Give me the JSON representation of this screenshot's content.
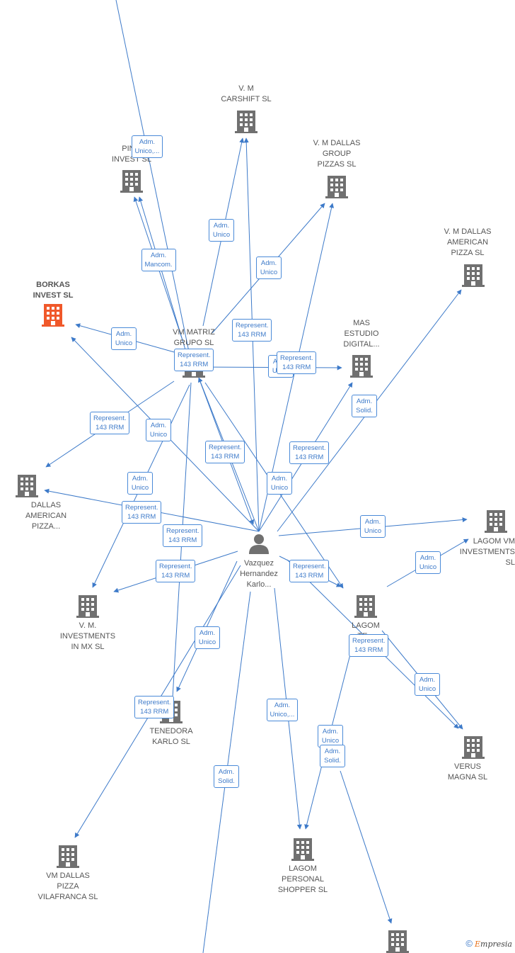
{
  "colors": {
    "edge": "#3d7ac9",
    "building": "#707070",
    "focus": "#f0582a",
    "person": "#707070"
  },
  "nodes": [
    {
      "id": "borkas",
      "kind": "company",
      "focus": true,
      "lines": [
        "BORKAS",
        "INVEST  SL"
      ]
    },
    {
      "id": "pin",
      "kind": "company",
      "lines": [
        "PIN...",
        "INVEST  SL"
      ]
    },
    {
      "id": "vmcarshift",
      "kind": "company",
      "lines": [
        "V. M",
        "CARSHIFT  SL"
      ]
    },
    {
      "id": "vmdallasgroup",
      "kind": "company",
      "lines": [
        "V. M DALLAS",
        "GROUP",
        "PIZZAS  SL"
      ]
    },
    {
      "id": "vmdallasamerican",
      "kind": "company",
      "lines": [
        "V. M DALLAS",
        "AMERICAN",
        "PIZZA  SL"
      ]
    },
    {
      "id": "vmmatriz",
      "kind": "company",
      "lines": [
        "VM MATRIZ",
        "GRUPO  SL"
      ]
    },
    {
      "id": "masestudio",
      "kind": "company",
      "lines": [
        "MAS",
        "ESTUDIO",
        "DIGITAL..."
      ]
    },
    {
      "id": "dallasamerican",
      "kind": "company",
      "lines": [
        "DALLAS",
        "AMERICAN",
        "PIZZA..."
      ]
    },
    {
      "id": "person",
      "kind": "person",
      "lines": [
        "Vazquez",
        "Hernandez",
        "Karlo..."
      ]
    },
    {
      "id": "lagomvm",
      "kind": "company",
      "lines": [
        "LAGOM VM",
        "INVESTMENTS",
        "SL"
      ]
    },
    {
      "id": "vminvestmx",
      "kind": "company",
      "lines": [
        "V. M.",
        "INVESTMENTS",
        "IN MX  SL"
      ]
    },
    {
      "id": "lagomte",
      "kind": "company",
      "lines": [
        "LAGOM",
        "TE..."
      ]
    },
    {
      "id": "tenedora",
      "kind": "company",
      "lines": [
        "TENEDORA",
        "KARLO  SL"
      ]
    },
    {
      "id": "verus",
      "kind": "company",
      "lines": [
        "VERUS",
        "MAGNA  SL"
      ]
    },
    {
      "id": "vmvilafranca",
      "kind": "company",
      "lines": [
        "VM DALLAS",
        "PIZZA",
        "VILAFRANCA  SL"
      ]
    },
    {
      "id": "lagompersonal",
      "kind": "company",
      "lines": [
        "LAGOM",
        "PERSONAL",
        "SHOPPER  SL"
      ]
    },
    {
      "id": "bottomright",
      "kind": "company",
      "lines": []
    }
  ],
  "edge_labels": [
    [
      "Adm.",
      "Unico,..."
    ],
    [
      "Adm.",
      "Unico"
    ],
    [
      "Adm.",
      "Mancom."
    ],
    [
      "Adm.",
      "Unico"
    ],
    [
      "Adm.",
      "Unico"
    ],
    [
      "Represent.",
      "143 RRM"
    ],
    [
      "Represent.",
      "143 RRM"
    ],
    [
      "Adm.",
      "Unico"
    ],
    [
      "Represent.",
      "143 RRM"
    ],
    [
      "Adm.",
      "Solid."
    ],
    [
      "Adm.",
      "Unico"
    ],
    [
      "Represent.",
      "143 RRM"
    ],
    [
      "Represent.",
      "143 RRM"
    ],
    [
      "Represent.",
      "143 RRM"
    ],
    [
      "Adm.",
      "Unico"
    ],
    [
      "Adm.",
      "Unico"
    ],
    [
      "Represent.",
      "143 RRM"
    ],
    [
      "Represent.",
      "143 RRM"
    ],
    [
      "Adm.",
      "Unico"
    ],
    [
      "Represent.",
      "143 RRM"
    ],
    [
      "Adm.",
      "Unico"
    ],
    [
      "Represent.",
      "143 RRM"
    ],
    [
      "Represent.",
      "143 RRM"
    ],
    [
      "Adm.",
      "Unico"
    ],
    [
      "Adm.",
      "Unico"
    ],
    [
      "Represent.",
      "143 RRM"
    ],
    [
      "Adm.",
      "Unico,..."
    ],
    [
      "Adm.",
      "Unico"
    ],
    [
      "Adm.",
      "Solid."
    ],
    [
      "Adm.",
      "Solid."
    ],
    [
      "Adm.",
      "Unico"
    ]
  ],
  "footer": {
    "copyright": "©",
    "brand_first": "E",
    "brand_rest": "mpresia"
  }
}
